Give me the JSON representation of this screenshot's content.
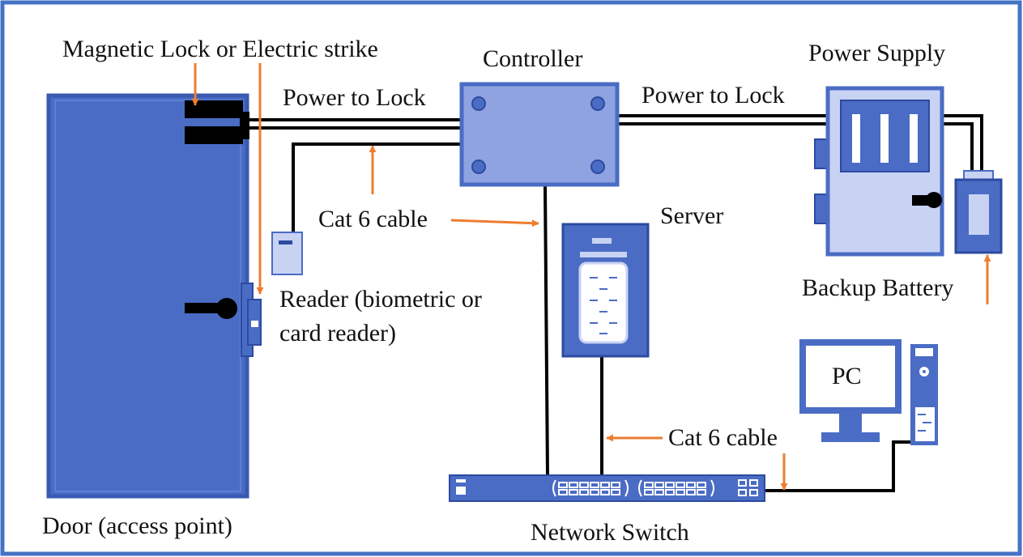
{
  "labels": {
    "magnetic_lock": "Magnetic Lock or Electric strike",
    "controller": "Controller",
    "power_supply": "Power Supply",
    "power_to_lock_left": "Power to Lock",
    "power_to_lock_right": "Power to Lock",
    "cat6_top": "Cat 6 cable",
    "server": "Server",
    "backup_battery": "Backup Battery",
    "reader_line1": "Reader (biometric or",
    "reader_line2": "card reader)",
    "pc": "PC",
    "cat6_bottom": "Cat 6 cable",
    "door": "Door (access point)",
    "network_switch": "Network Switch"
  },
  "colors": {
    "frame": "#4472c4",
    "device_dark": "#4a6cc4",
    "device_mid": "#8ea3e0",
    "device_light": "#c8d2f3",
    "arrow": "#ed7d31",
    "cable": "#000000"
  }
}
